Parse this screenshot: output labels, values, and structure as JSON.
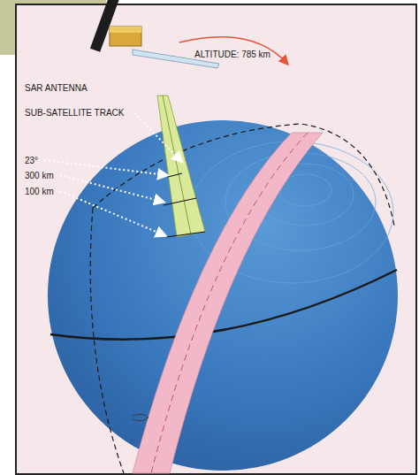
{
  "diagram": {
    "labels": [
      "ALTITUDE: 785 km",
      "SAR ANTENNA",
      "SUB-SATELLITE TRACK",
      "23°",
      "300 km",
      "100 km"
    ]
  }
}
